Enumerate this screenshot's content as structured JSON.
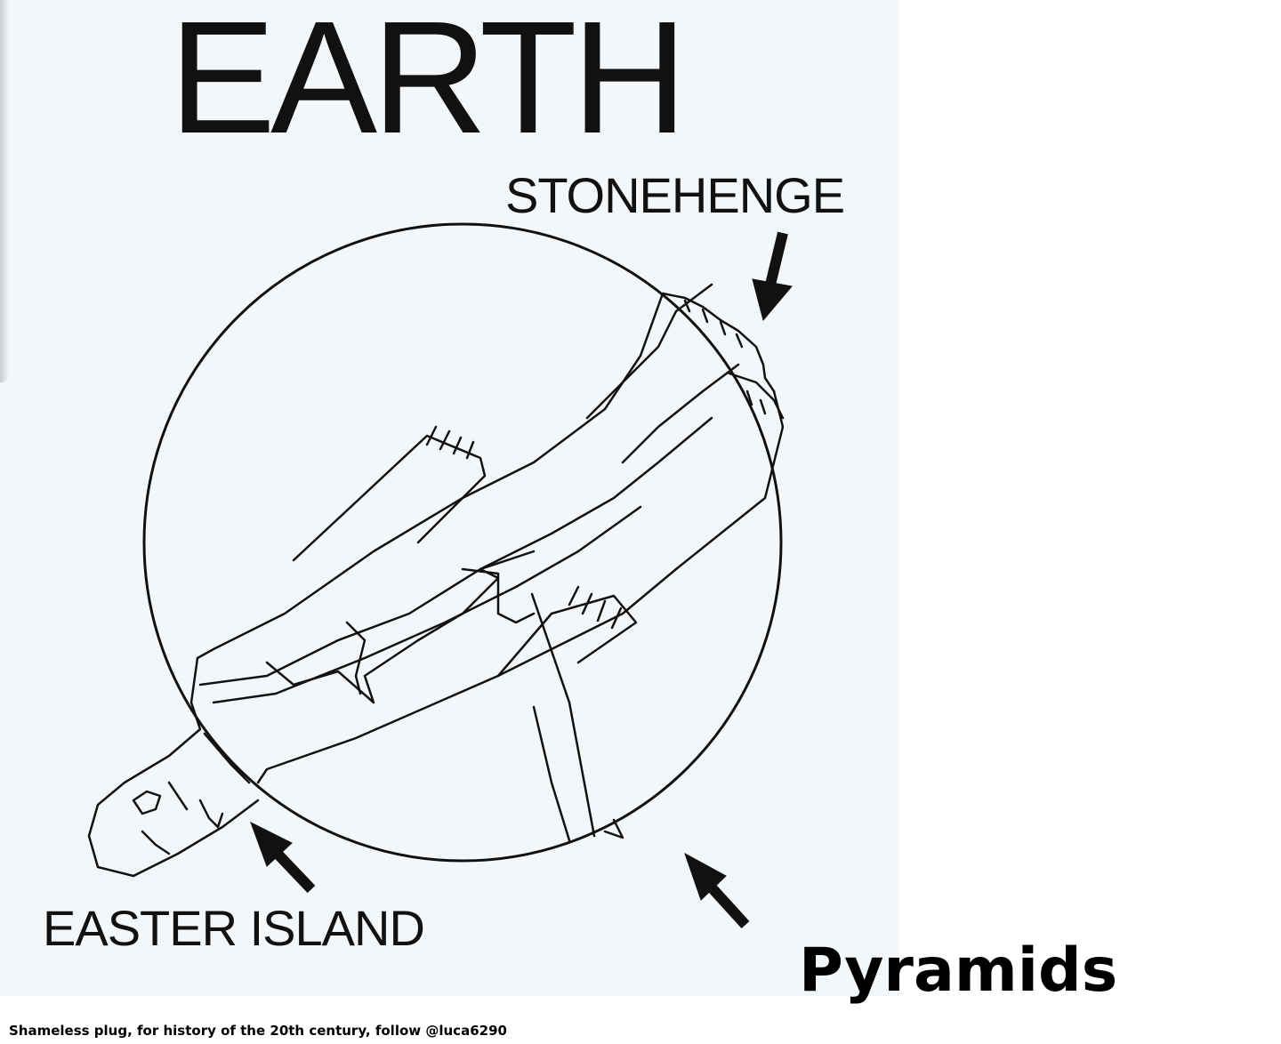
{
  "title": "EARTH",
  "labels": {
    "stonehenge": "STONEHENGE",
    "easter_island": "EASTER ISLAND",
    "pyramids": "Pyramids"
  },
  "footer": {
    "plug": "Shameless plug, for history of the 20th century, follow @luca6290"
  },
  "colors": {
    "ink": "#111111",
    "panel": "#f4f7f9",
    "background": "#ffffff"
  }
}
